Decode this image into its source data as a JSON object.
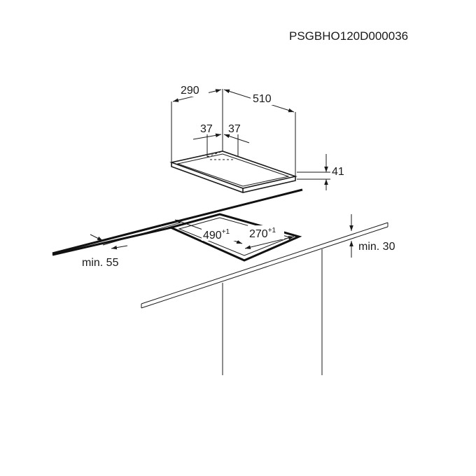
{
  "reference_code": "PSGBHO120D000036",
  "dimensions": {
    "depth": "290",
    "width": "510",
    "offset_left": "37",
    "offset_right": "37",
    "height": "41",
    "cutout_width": "490",
    "cutout_width_tolerance": "+1",
    "cutout_depth": "270",
    "cutout_depth_tolerance": "+1",
    "min_edge_distance": "min. 55",
    "min_clearance": "min. 30"
  }
}
